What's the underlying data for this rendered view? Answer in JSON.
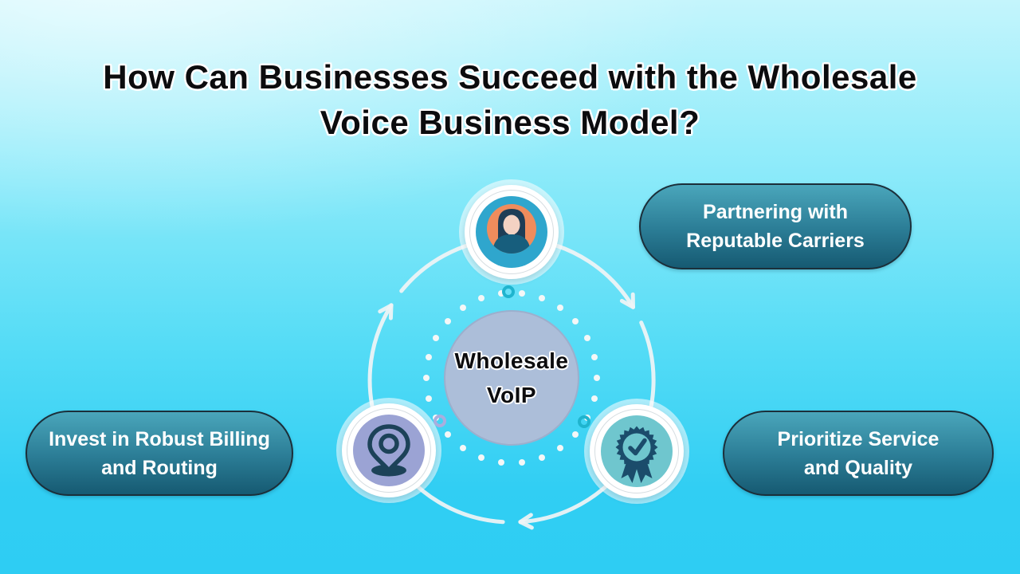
{
  "title": {
    "line1": "How Can Businesses Succeed with the Wholesale",
    "line2": "Voice Business Model?"
  },
  "hub": {
    "line1": "Wholesale",
    "line2": "VoIP"
  },
  "pills": {
    "partnering": {
      "line1": "Partnering with",
      "line2": "Reputable Carriers"
    },
    "billing": {
      "line1": "Invest in Robust Billing",
      "line2": "and Routing"
    },
    "quality": {
      "line1": "Prioritize Service",
      "line2": "and Quality"
    }
  },
  "icons": {
    "avatar": "person-avatar-icon",
    "pin": "location-pin-icon",
    "badge": "award-badge-icon"
  },
  "colors": {
    "background_top": "#c4f5fc",
    "background_bottom": "#2ecdf3",
    "pill_gradient_top": "#4aa6bb",
    "pill_gradient_bottom": "#165a72",
    "pill_border": "#1b2f3a",
    "pill_text": "#ffffff",
    "hub_fill": "#acbed9",
    "title_text": "#0c0c0e",
    "icon_navy": "#1b4560",
    "avatar_ring_teal": "#2fa6cd",
    "avatar_orange": "#f08c5c",
    "avatar_skin": "#f4d2c3",
    "avatar_body_teal": "#175e7d",
    "pin_background": "#9ba3d4",
    "badge_background": "#6fc6ce",
    "arrow_white": "#f1f4f5",
    "accent_teal_ring": "#1fb4ce",
    "accent_purple_ring": "#a9aede"
  }
}
